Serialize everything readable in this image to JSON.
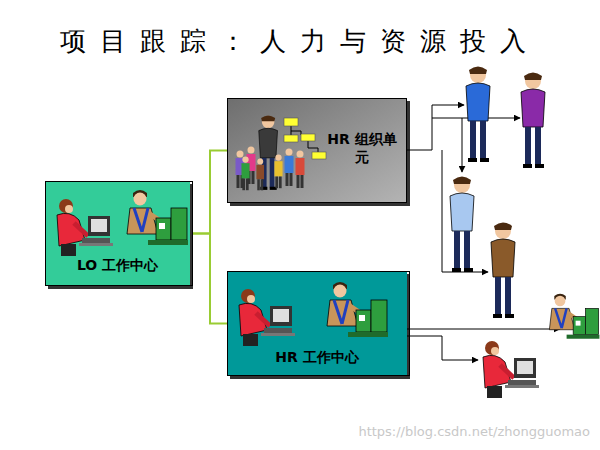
{
  "diagram": {
    "title": "项目跟踪：人力与资源投入",
    "nodes": [
      {
        "text": [
          "LO 工作中心"
        ]
      },
      {
        "text": [
          "HR 组织单元"
        ]
      },
      {
        "text": [
          "HR 工作中心"
        ]
      }
    ],
    "edges": [
      {
        "from": 0,
        "to": 1,
        "arrow": "none"
      },
      {
        "from": 0,
        "to": 2,
        "arrow": "none"
      }
    ],
    "labels": [
      "https://blog.csdn.net/zhongguomao"
    ]
  }
}
